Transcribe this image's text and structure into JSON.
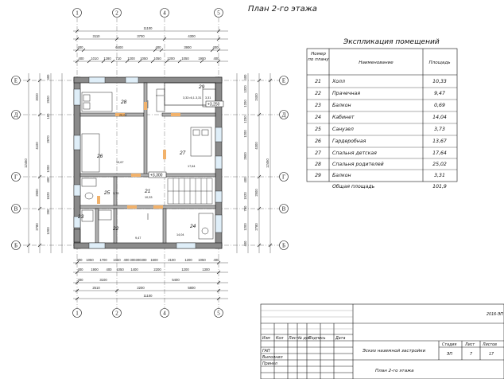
{
  "drawing": {
    "title": "План 2-го этажа",
    "grid_axes_top": [
      "1",
      "2",
      "4",
      "5"
    ],
    "grid_axes_bottom": [
      "1",
      "2",
      "4",
      "5"
    ],
    "grid_axes_side": [
      "Е",
      "Д",
      "Г",
      "В",
      "Б"
    ],
    "top_dims": {
      "overall": "11100",
      "row2": [
        "3110",
        "3700",
        "4300"
      ],
      "row3": [
        "400",
        "6400",
        "400",
        "3900",
        "400"
      ],
      "row4": [
        "400",
        "1010",
        "1280",
        "710",
        "1200",
        "1050",
        "1050",
        "1200",
        "1050",
        "1900",
        "400"
      ]
    },
    "bottom_dims": {
      "row1": [
        "400",
        "1050",
        "1700",
        "1050",
        "400",
        "300",
        "300",
        "300",
        "1600",
        "2100",
        "1200",
        "1050",
        "400"
      ],
      "row2": [
        "400",
        "1900",
        "400",
        "1050",
        "1400",
        "2200",
        "1200",
        "1300"
      ],
      "row3": [
        "400",
        "3100",
        "5400"
      ],
      "row4": [
        "2510",
        "2200",
        "5800"
      ],
      "overall": "11100"
    },
    "left_dims": {
      "overall": "12460",
      "axes": [
        "2020",
        "4100",
        "2500",
        "2780"
      ],
      "detail": [
        "400",
        "2520",
        "100",
        "2970",
        "1200",
        "400",
        "1520",
        "200",
        "1200"
      ]
    },
    "right_dims": {
      "overall": "12460",
      "axes": [
        "2400",
        "4300",
        "2500",
        "2780"
      ],
      "detail": [
        "400",
        "1320",
        "1200",
        "1230",
        "1200",
        "2900",
        "400",
        "1520",
        "750",
        "1200",
        "400"
      ]
    },
    "rooms": [
      {
        "no": "28",
        "area": "25,02"
      },
      {
        "no": "29",
        "area": "3,31"
      },
      {
        "no": "26",
        "area": "13,67"
      },
      {
        "no": "27",
        "area": "17,64"
      },
      {
        "no": "25",
        "area": "3,73"
      },
      {
        "no": "21",
        "area": "10,33"
      },
      {
        "no": "23",
        "area": ""
      },
      {
        "no": "22",
        "area": "9,47"
      },
      {
        "no": "24",
        "area": "14,04"
      }
    ],
    "level_marks": [
      "+3,250",
      "+3,300"
    ],
    "balcony_note": "3,32=6,1.3,31"
  },
  "explication": {
    "title": "Экспликация помещений",
    "headers": {
      "no": "Номер по плану",
      "name": "Наименование",
      "area": "Площадь"
    },
    "rows": [
      {
        "no": "21",
        "name": "Холл",
        "area": "10,33"
      },
      {
        "no": "22",
        "name": "Прачечная",
        "area": "9,47"
      },
      {
        "no": "23",
        "name": "Балкон",
        "area": "0,69"
      },
      {
        "no": "24",
        "name": "Кабинет",
        "area": "14,04"
      },
      {
        "no": "25",
        "name": "Санузел",
        "area": "3,73"
      },
      {
        "no": "26",
        "name": "Гардеробная",
        "area": "13,67"
      },
      {
        "no": "27",
        "name": "Спальня детская",
        "area": "17,64"
      },
      {
        "no": "28",
        "name": "Спальня родителей",
        "area": "25,02"
      },
      {
        "no": "29",
        "name": "Балкон",
        "area": "3,31"
      }
    ],
    "total": {
      "name": "Общая площадь",
      "area": "101,9"
    }
  },
  "title_block": {
    "code": "2016-ЭП",
    "cols": [
      "Изм",
      "Кол",
      "Лист",
      "№ док",
      "Подпись",
      "Дата"
    ],
    "roles": [
      "ГАП",
      "Выполнил",
      "Принял"
    ],
    "project": "Эскиз наземной застройки",
    "stage_label": "Стадия",
    "sheet_label": "Лист",
    "sheets_label": "Листов",
    "stage": "ЭП",
    "sheet": "7",
    "sheets": "17",
    "sheet_title": "План 2-го этажа"
  }
}
